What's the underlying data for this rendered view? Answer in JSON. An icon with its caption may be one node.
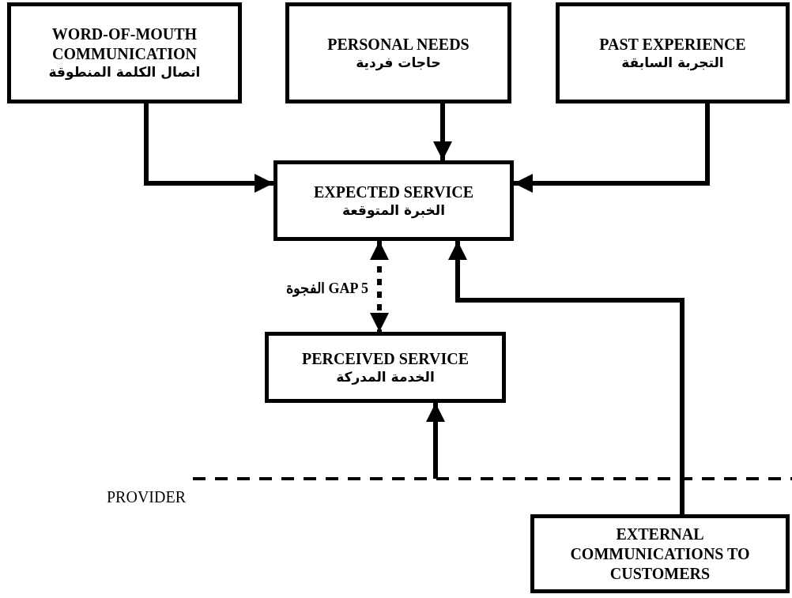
{
  "diagram": {
    "nodes": [
      {
        "text": [
          "WORD-OF-MOUTH COMMUNICATION",
          "اتصال الكلمة المنطوقة"
        ]
      },
      {
        "text": [
          "PERSONAL NEEDS",
          "حاجات فردية"
        ]
      },
      {
        "text": [
          "PAST EXPERIENCE",
          "التجربة السابقة"
        ]
      },
      {
        "text": [
          "EXPECTED SERVICE",
          "الخبرة المتوقعة"
        ]
      },
      {
        "text": [
          "PERCEIVED SERVICE",
          "الخدمة المدركة"
        ]
      },
      {
        "text": [
          "EXTERNAL COMMUNICATIONS TO CUSTOMERS"
        ]
      }
    ],
    "edges": [
      {
        "from": 0,
        "to": 3,
        "arrow": "to"
      },
      {
        "from": 1,
        "to": 3,
        "arrow": "to"
      },
      {
        "from": 2,
        "to": 3,
        "arrow": "to"
      },
      {
        "from": 3,
        "to": 4,
        "arrow": "both",
        "style": "dashed",
        "label": "GAP 5 الفجوة"
      },
      {
        "from": null,
        "to": 4,
        "arrow": "to"
      },
      {
        "from": 5,
        "to": 3,
        "arrow": "to"
      }
    ],
    "labels": [
      "PROVIDER"
    ]
  }
}
